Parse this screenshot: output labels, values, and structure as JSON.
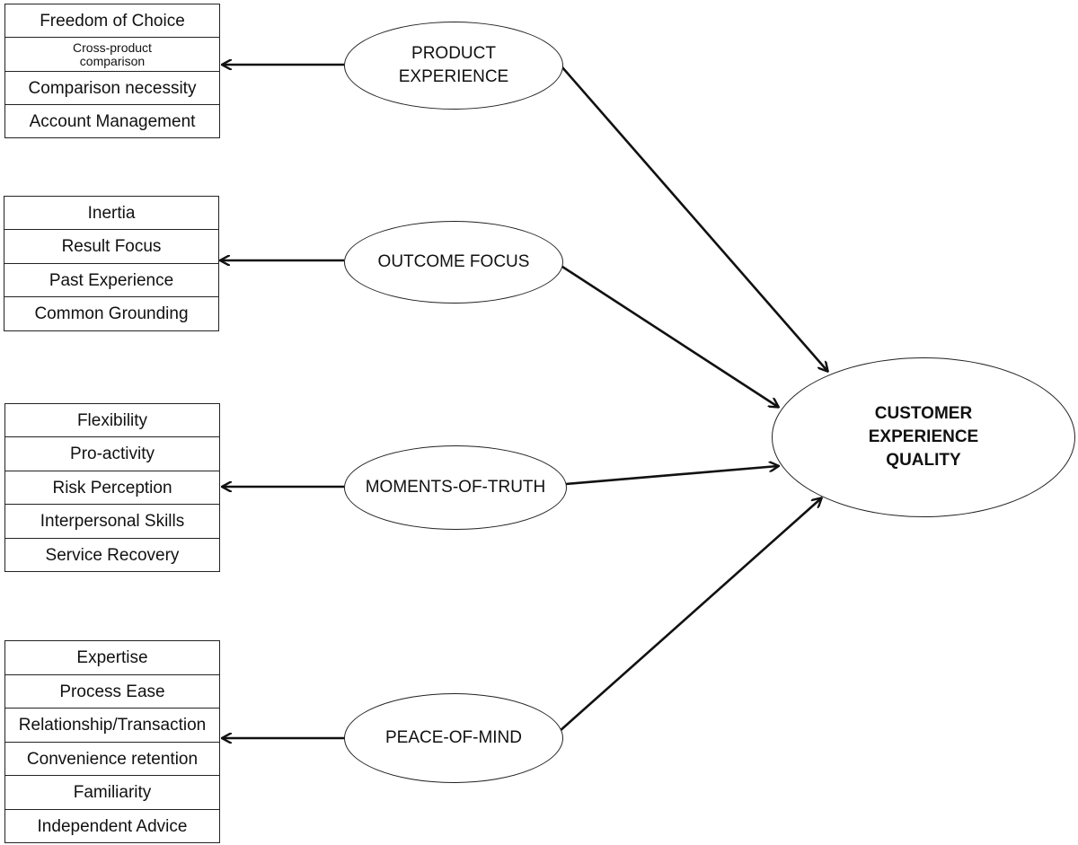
{
  "outcome": {
    "label": "CUSTOMER\nEXPERIENCE\nQUALITY"
  },
  "dimensions": [
    {
      "label": "PRODUCT\nEXPERIENCE",
      "items": [
        "Freedom of Choice",
        "Cross-product\ncomparison",
        "Comparison necessity",
        "Account Management"
      ]
    },
    {
      "label": "OUTCOME FOCUS",
      "items": [
        "Inertia",
        "Result Focus",
        "Past Experience",
        "Common Grounding"
      ]
    },
    {
      "label": "MOMENTS-OF-TRUTH",
      "items": [
        "Flexibility",
        "Pro-activity",
        "Risk Perception",
        "Interpersonal Skills",
        "Service Recovery"
      ]
    },
    {
      "label": "PEACE-OF-MIND",
      "items": [
        "Expertise",
        "Process Ease",
        "Relationship/Transaction",
        "Convenience retention",
        "Familiarity",
        "Independent Advice"
      ]
    }
  ]
}
